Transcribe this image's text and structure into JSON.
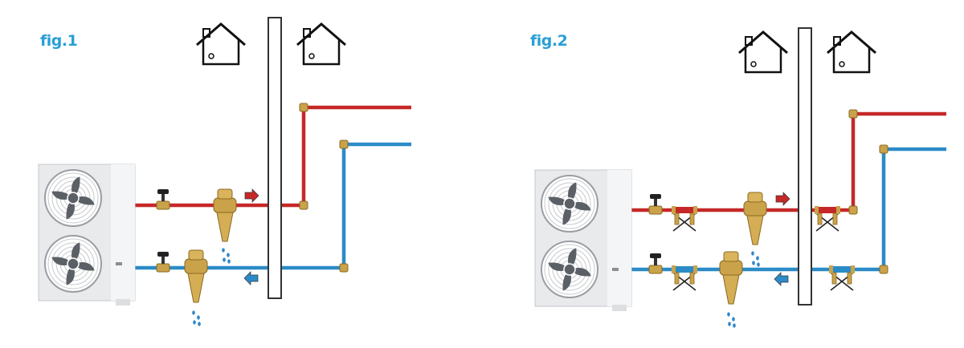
{
  "figures": [
    {
      "label": "fig.1",
      "anti_freeze_valves": 0
    },
    {
      "label": "fig.2",
      "anti_freeze_valves": 4
    }
  ],
  "colors": {
    "label": "#2a9fd6",
    "hot_pipe": "#c62828",
    "cold_pipe": "#2b8bc7",
    "wall": "#333333",
    "valve_brass": "#c9a24a",
    "water_drop": "#2e86c9",
    "unit_body": "#e9eaec"
  },
  "icons": [
    "house-icon",
    "outdoor-unit-icon",
    "fan-icon",
    "shutoff-valve-icon",
    "drain-valve-icon",
    "water-drop-icon",
    "flow-arrow-icon",
    "anti-freeze-valve-icon"
  ]
}
